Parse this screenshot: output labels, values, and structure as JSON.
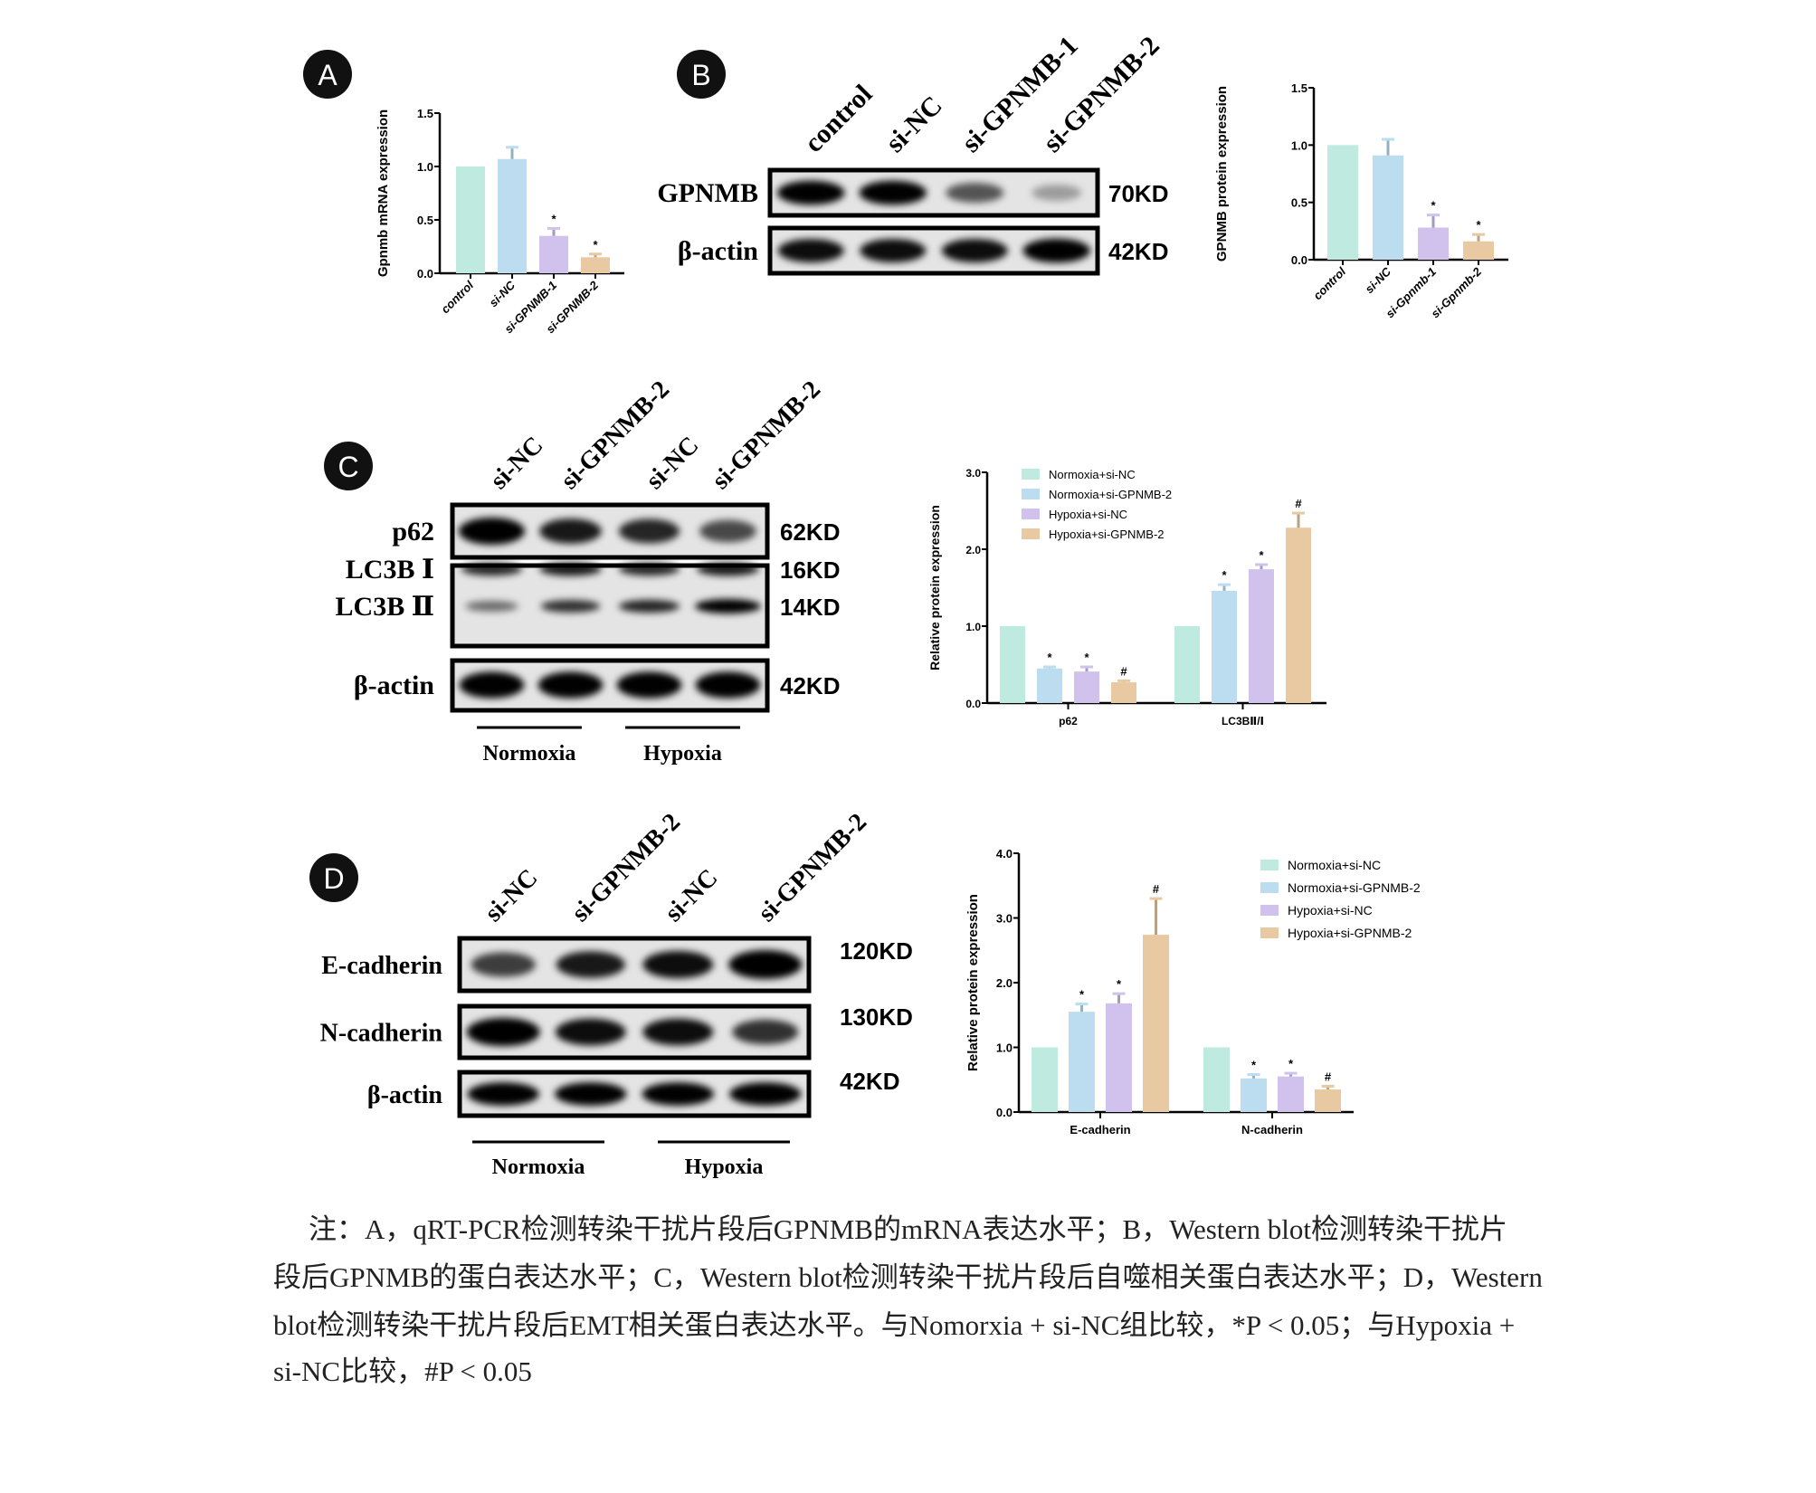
{
  "panels": {
    "A": {
      "letter": "A"
    },
    "B": {
      "letter": "B",
      "lanes": [
        "control",
        "si-NC",
        "si-GPNMB-1",
        "si-GPNMB-2"
      ],
      "rows": [
        {
          "name": "GPNMB",
          "size": "70KD",
          "bands": [
            0.95,
            0.95,
            0.6,
            0.3
          ]
        },
        {
          "name": "β-actin",
          "size": "42KD",
          "bands": [
            0.9,
            0.9,
            0.9,
            0.95
          ]
        }
      ]
    },
    "C": {
      "letter": "C",
      "lanes": [
        "si-NC",
        "si-GPNMB-2",
        "si-NC",
        "si-GPNMB-2"
      ],
      "rows": [
        {
          "name": "p62",
          "size": "62KD",
          "bands": [
            1.0,
            0.85,
            0.8,
            0.65
          ]
        },
        {
          "name": "LC3B Ⅰ",
          "size": "16KD",
          "bands": [
            0.8,
            0.85,
            0.8,
            0.85
          ]
        },
        {
          "name": "LC3B Ⅱ",
          "size": "14KD",
          "bands": [
            0.5,
            0.75,
            0.8,
            1.0
          ]
        },
        {
          "name": "β-actin",
          "size": "42KD",
          "bands": [
            0.95,
            0.95,
            0.95,
            0.95
          ]
        }
      ],
      "groups": [
        "Normoxia",
        "Hypoxia"
      ]
    },
    "D": {
      "letter": "D",
      "lanes": [
        "si-NC",
        "si-GPNMB-2",
        "si-NC",
        "si-GPNMB-2"
      ],
      "rows": [
        {
          "name": "E-cadherin",
          "size": "120KD",
          "bands": [
            0.7,
            0.85,
            0.9,
            1.0
          ]
        },
        {
          "name": "N-cadherin",
          "size": "130KD",
          "bands": [
            1.0,
            0.9,
            0.9,
            0.75
          ]
        },
        {
          "name": "β-actin",
          "size": "42KD",
          "bands": [
            0.95,
            0.95,
            0.95,
            0.95
          ]
        }
      ],
      "groups": [
        "Normoxia",
        "Hypoxia"
      ]
    }
  },
  "colors": {
    "c1": "#bfeadf",
    "c2": "#bcdcf0",
    "c3": "#d0c2ec",
    "c4": "#e9c9a1"
  },
  "chart_data": [
    {
      "id": "A",
      "type": "bar",
      "title": "",
      "categories": [
        "control",
        "si-NC",
        "si-GPNMB-1",
        "si-GPNMB-2"
      ],
      "values": [
        1.0,
        1.07,
        0.35,
        0.15
      ],
      "errors": [
        0,
        0.11,
        0.07,
        0.03
      ],
      "marks": [
        "",
        "",
        "*",
        "*"
      ],
      "xlabel": "",
      "ylabel": "Gpnmb mRNA expression",
      "ylim": [
        0,
        1.5
      ],
      "yticks": [
        "0.0",
        "0.5",
        "1.0",
        "1.5"
      ],
      "grid": false
    },
    {
      "id": "B",
      "type": "bar",
      "title": "",
      "categories": [
        "control",
        "si-NC",
        "si-Gpnmb-1",
        "si-Gpnmb-2"
      ],
      "values": [
        1.0,
        0.91,
        0.28,
        0.16
      ],
      "errors": [
        0,
        0.14,
        0.11,
        0.06
      ],
      "marks": [
        "",
        "",
        "*",
        "*"
      ],
      "xlabel": "",
      "ylabel": "GPNMB protein expression",
      "ylim": [
        0,
        1.5
      ],
      "yticks": [
        "0.0",
        "0.5",
        "1.0",
        "1.5"
      ],
      "grid": false
    },
    {
      "id": "C",
      "type": "bar",
      "title": "",
      "categories": [
        "p62",
        "LC3BⅡ/Ⅰ"
      ],
      "series": [
        {
          "name": "Normoxia+si-NC",
          "values": [
            1.0,
            1.0
          ],
          "errors": [
            0,
            0
          ],
          "marks": [
            "",
            ""
          ]
        },
        {
          "name": "Normoxia+si-GPNMB-2",
          "values": [
            0.45,
            1.46
          ],
          "errors": [
            0.02,
            0.08
          ],
          "marks": [
            "*",
            "*"
          ]
        },
        {
          "name": "Hypoxia+si-NC",
          "values": [
            0.41,
            1.74
          ],
          "errors": [
            0.06,
            0.06
          ],
          "marks": [
            "*",
            "*"
          ]
        },
        {
          "name": "Hypoxia+si-GPNMB-2",
          "values": [
            0.27,
            2.28
          ],
          "errors": [
            0.02,
            0.19
          ],
          "marks": [
            "#",
            "#"
          ]
        }
      ],
      "xlabel": "",
      "ylabel": "Relative protein expression",
      "ylim": [
        0,
        3.0
      ],
      "yticks": [
        "0.0",
        "1.0",
        "2.0",
        "3.0"
      ],
      "legend": "top-left",
      "grid": false
    },
    {
      "id": "D",
      "type": "bar",
      "title": "",
      "categories": [
        "E-cadherin",
        "N-cadherin"
      ],
      "series": [
        {
          "name": "Normoxia+si-NC",
          "values": [
            1.0,
            1.0
          ],
          "errors": [
            0,
            0
          ],
          "marks": [
            "",
            ""
          ]
        },
        {
          "name": "Normoxia+si-GPNMB-2",
          "values": [
            1.55,
            0.52
          ],
          "errors": [
            0.12,
            0.06
          ],
          "marks": [
            "*",
            "*"
          ]
        },
        {
          "name": "Hypoxia+si-NC",
          "values": [
            1.68,
            0.55
          ],
          "errors": [
            0.15,
            0.05
          ],
          "marks": [
            "*",
            "*"
          ]
        },
        {
          "name": "Hypoxia+si-GPNMB-2",
          "values": [
            2.74,
            0.35
          ],
          "errors": [
            0.56,
            0.05
          ],
          "marks": [
            "#",
            "#"
          ]
        }
      ],
      "xlabel": "",
      "ylabel": "Relative protein expression",
      "ylim": [
        0,
        4.0
      ],
      "yticks": [
        "0.0",
        "1.0",
        "2.0",
        "3.0",
        "4.0"
      ],
      "legend": "top-right",
      "grid": false
    }
  ],
  "caption": {
    "lines": [
      "注：A，qRT-PCR检测转染干扰片段后GPNMB的mRNA表达水平；B，Western blot检测转染干扰片",
      "段后GPNMB的蛋白表达水平；C，Western blot检测转染干扰片段后自噬相关蛋白表达水平；D，Western",
      "blot检测转染干扰片段后EMT相关蛋白表达水平。与Nomorxia + si-NC组比较，*P < 0.05；与Hypoxia +",
      "si-NC比较，#P < 0.05"
    ]
  }
}
